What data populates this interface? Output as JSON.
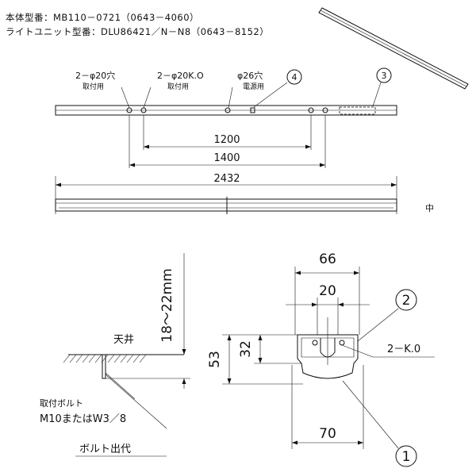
{
  "header": {
    "body_model": "本体型番：MB110－0721（0643－4060）",
    "unit_model": "ライトユニット型番：DLU86421／N－N8（0643－8152）"
  },
  "top_view": {
    "hole1_label": "2－φ20穴",
    "hole1_sub": "取付用",
    "hole2_label": "2－φ20K.O",
    "hole2_sub": "取付用",
    "hole3_label": "φ26穴",
    "hole3_sub": "電源用",
    "callout_4": "4",
    "callout_3": "3",
    "dim_1200": "1200",
    "dim_1400": "1400",
    "dim_2432": "2432"
  },
  "mount": {
    "ceiling_label": "天井",
    "bolt_label_1": "取付ボルト",
    "bolt_label_2": "M10またはW3／8",
    "bolt_extension": "ボルト出代",
    "dim_vertical": "18～22mm"
  },
  "section": {
    "dim_66": "66",
    "dim_20": "20",
    "dim_53": "53",
    "dim_32": "32",
    "dim_70": "70",
    "ko_label": "2－K.0",
    "callout_2": "2",
    "callout_1": "1"
  },
  "symbols": {
    "side_mark": "中"
  }
}
